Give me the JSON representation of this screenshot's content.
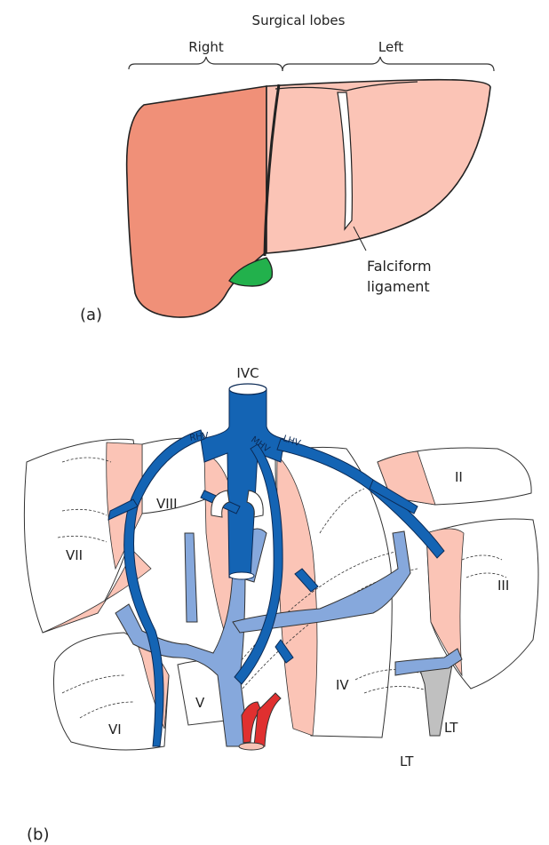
{
  "panel_a": {
    "title": "Surgical lobes",
    "lobe_right": "Right",
    "lobe_left": "Left",
    "ligament_label_1": "Falciform",
    "ligament_label_2": "ligament",
    "panel_label": "(a)"
  },
  "panel_b": {
    "ivc_label": "IVC",
    "rhv_label": "RHV",
    "mhv_label": "MHV",
    "lhv_label": "LHV",
    "segments": [
      "II",
      "III",
      "IV",
      "V",
      "VI",
      "VII",
      "VIII"
    ],
    "lt_label_1": "LT",
    "lt_label_2": "LT",
    "panel_label": "(b)"
  },
  "colors": {
    "right_lobe": "#f09078",
    "left_lobe": "#fbc4b6",
    "gallbladder": "#22b14c",
    "hepatic_vein": "#1464b4",
    "portal_vein": "#86a8dc",
    "artery": "#e03030",
    "ligamentum": "#c0c0c0"
  }
}
